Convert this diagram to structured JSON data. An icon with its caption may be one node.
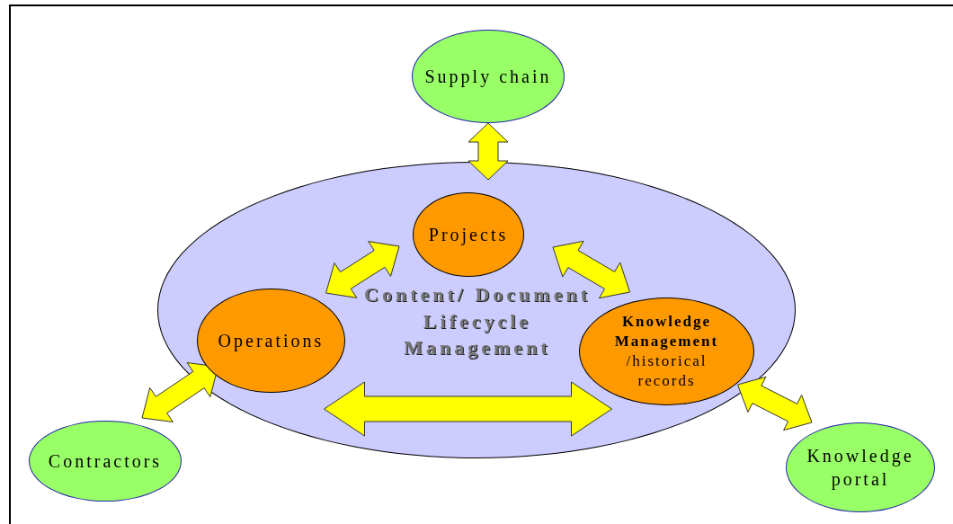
{
  "diagram": {
    "nodes": [
      {
        "text": [
          "Content/ Document Lifecycle Management"
        ]
      },
      {
        "text": [
          "Supply chain"
        ]
      },
      {
        "text": [
          "Projects"
        ],
        "in": 0
      },
      {
        "text": [
          "Operations"
        ],
        "in": 0
      },
      {
        "text": [
          "Knowledge Management",
          "/historical records"
        ],
        "in": 0
      },
      {
        "text": [
          "Contractors"
        ]
      },
      {
        "text": [
          "Knowledge portal"
        ]
      }
    ],
    "edges": [
      {
        "from": 1,
        "to": 0,
        "arrow": "both"
      },
      {
        "from": 2,
        "to": 3,
        "arrow": "both"
      },
      {
        "from": 2,
        "to": 4,
        "arrow": "both"
      },
      {
        "from": 3,
        "to": 4,
        "arrow": "both"
      },
      {
        "from": 5,
        "to": 3,
        "arrow": "both"
      },
      {
        "from": 4,
        "to": 6,
        "arrow": "both"
      }
    ]
  }
}
